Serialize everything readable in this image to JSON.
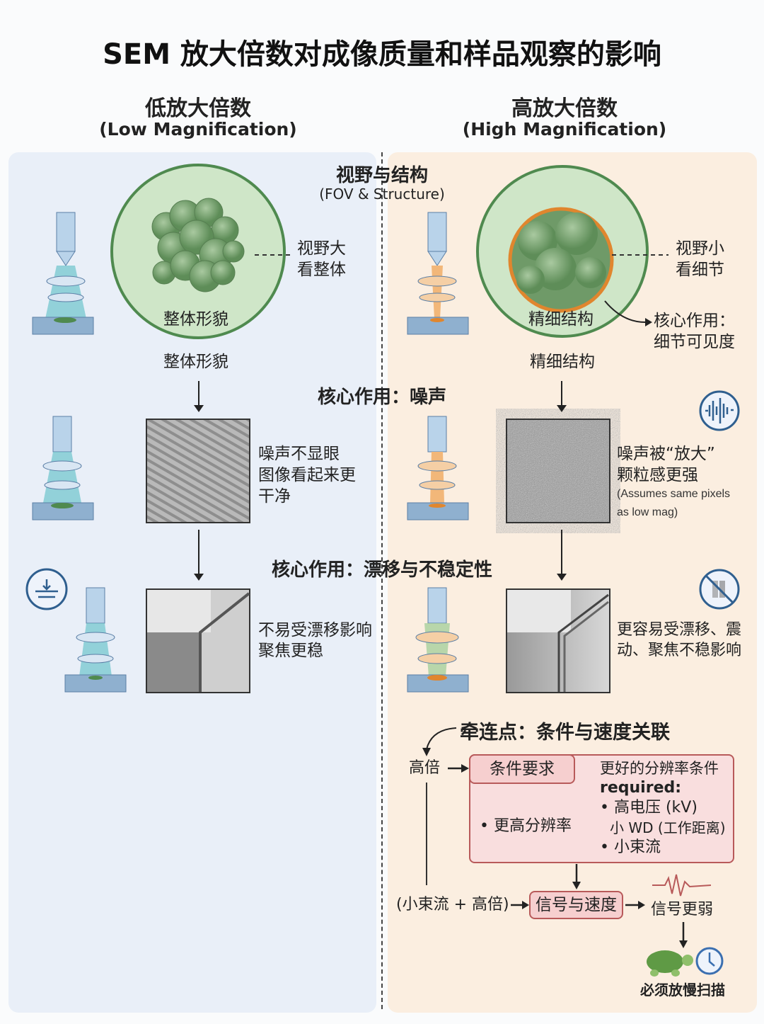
{
  "title": "SEM 放大倍数对成像质量和样品观察的影响",
  "left": {
    "heading": "低放大倍数",
    "subheading": "(Low Magnification)",
    "fov": [
      "视野大",
      "看整体"
    ],
    "circle_label": "整体形貌",
    "below_label": "整体形貌",
    "noise": [
      "噪声不显眼",
      "图像看起来更",
      "干净"
    ],
    "drift": [
      "不易受漂移影响",
      "聚焦更稳"
    ]
  },
  "right": {
    "heading": "高放大倍数",
    "subheading": "(High Magnification)",
    "fov": [
      "视野小",
      "看细节"
    ],
    "circle_label": "精细结构",
    "below_label": "精细结构",
    "core": [
      "核心作用：",
      "细节可见度"
    ],
    "noise": [
      "噪声被“放大”",
      "颗粒感更强"
    ],
    "noise_note": [
      "(Assumes same pixels",
      "as low mag)"
    ],
    "drift": [
      "更容易受漂移、震",
      "动、聚焦不稳影响"
    ]
  },
  "sections": {
    "fov": "视野与结构",
    "fov_sub": "(FOV & Structure)",
    "noise": "核心作用：噪声",
    "drift": "核心作用：漂移与不稳定性"
  },
  "flow": {
    "title": "牵连点：条件与速度关联",
    "high_mag": "高倍",
    "cond_box": "条件要求",
    "better": "更好的分辨率条件",
    "required": "required:",
    "items": [
      "• 高电压 (kV)",
      "小 WD (工作距离)",
      "• 小束流"
    ],
    "higher_res": "• 更高分辨率",
    "combo": "(小束流 + 高倍)",
    "signal_box": "信号与速度",
    "weaker": "信号更弱",
    "slow": "必须放慢扫描"
  },
  "colors": {
    "left_bg": "#e9eff8",
    "right_bg": "#fbeee0",
    "green": "#4f8a4f",
    "accent_red": "#b85a5a",
    "blue": "#2f5f8f"
  }
}
